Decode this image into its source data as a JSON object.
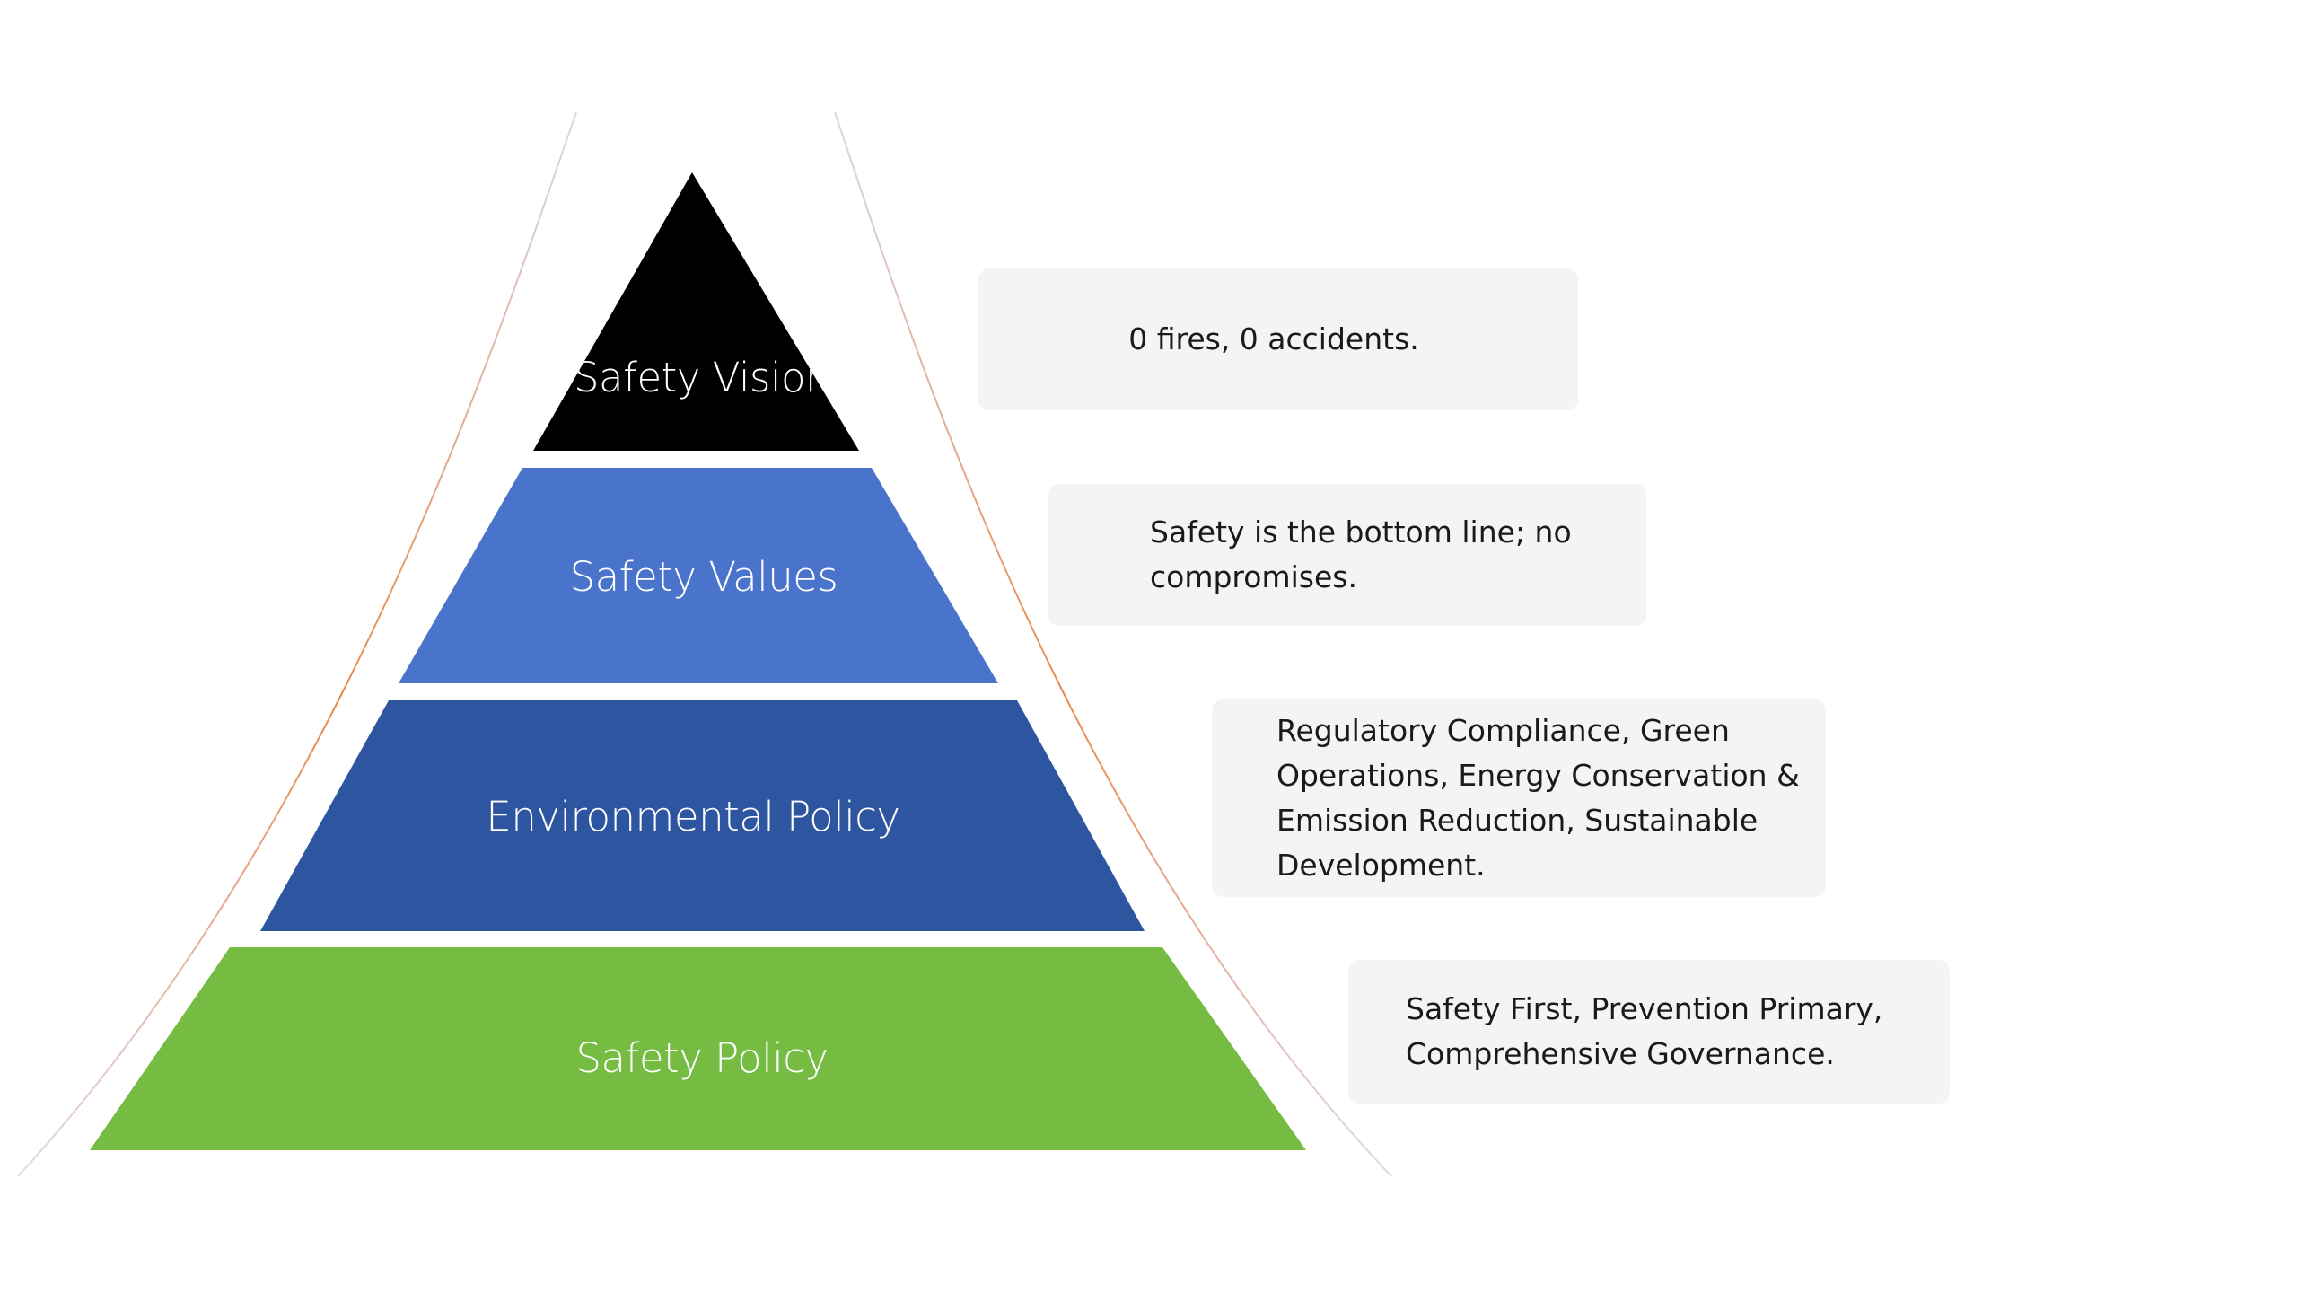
{
  "pyramid": {
    "levels": [
      {
        "label": "Safety Vision",
        "color": "#000000"
      },
      {
        "label": "Safety Values",
        "color": "#4a74cb"
      },
      {
        "label": "Environmental Policy",
        "color": "#2e55a0"
      },
      {
        "label": "Safety Policy",
        "color": "#76bc43"
      }
    ],
    "outline_colors": [
      "#d7d7e8",
      "#e8894a"
    ]
  },
  "callouts": {
    "vision": "0 fires, 0 accidents.",
    "values": "Safety is the bottom line; no compromises.",
    "environmental": "Regulatory Compliance, Green Operations, Energy Conservation & Emission Reduction, Sustainable Development.",
    "policy": "Safety First, Prevention Primary, Comprehensive Governance."
  }
}
